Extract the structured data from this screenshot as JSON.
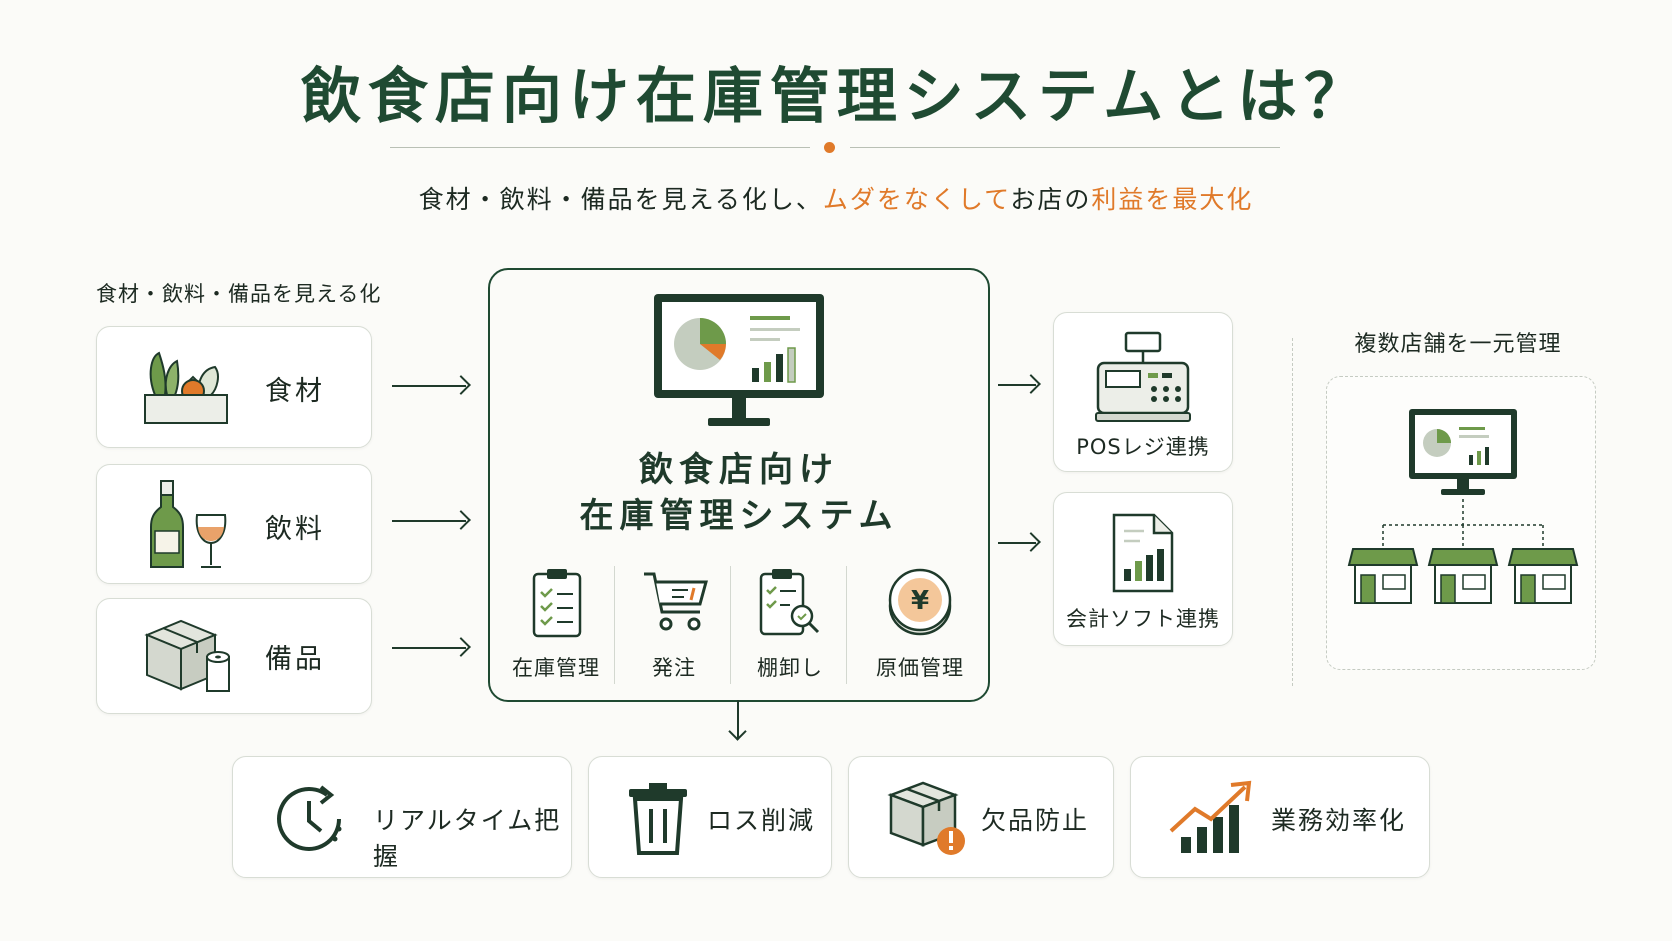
{
  "title": "飲食店向け在庫管理システムとは？",
  "subtitle": {
    "part1": "食材・飲料・備品を見える化し、",
    "highlight1": "ムダをなくして",
    "part2": "お店の",
    "highlight2": "利益を最大化"
  },
  "inputs": {
    "heading": "食材・飲料・備品を見える化",
    "items": [
      {
        "label": "食材",
        "icon": "vegetable-crate-icon"
      },
      {
        "label": "飲料",
        "icon": "wine-bottle-glass-icon"
      },
      {
        "label": "備品",
        "icon": "box-toilet-paper-icon"
      }
    ]
  },
  "center": {
    "title_line1": "飲食店向け",
    "title_line2": "在庫管理システム",
    "icon": "monitor-dashboard-icon",
    "features": [
      {
        "label": "在庫管理",
        "icon": "clipboard-checklist-icon"
      },
      {
        "label": "発注",
        "icon": "shopping-cart-icon"
      },
      {
        "label": "棚卸し",
        "icon": "clipboard-search-icon"
      },
      {
        "label": "原価管理",
        "icon": "yen-coin-icon"
      }
    ]
  },
  "integrations": [
    {
      "label": "POSレジ連携",
      "icon": "pos-register-icon"
    },
    {
      "label": "会計ソフト連携",
      "icon": "document-chart-icon"
    }
  ],
  "multi_store": {
    "heading": "複数店舗を一元管理",
    "icon": "monitor-stores-icon"
  },
  "benefits": [
    {
      "label": "リアルタイム把握",
      "icon": "clock-icon"
    },
    {
      "label": "ロス削減",
      "icon": "trash-icon"
    },
    {
      "label": "欠品防止",
      "icon": "box-warning-icon"
    },
    {
      "label": "業務効率化",
      "icon": "growth-chart-icon"
    }
  ],
  "colors": {
    "dark_green": "#1f4a32",
    "light_green": "#6e9a4a",
    "accent_orange": "#e07a2a"
  }
}
